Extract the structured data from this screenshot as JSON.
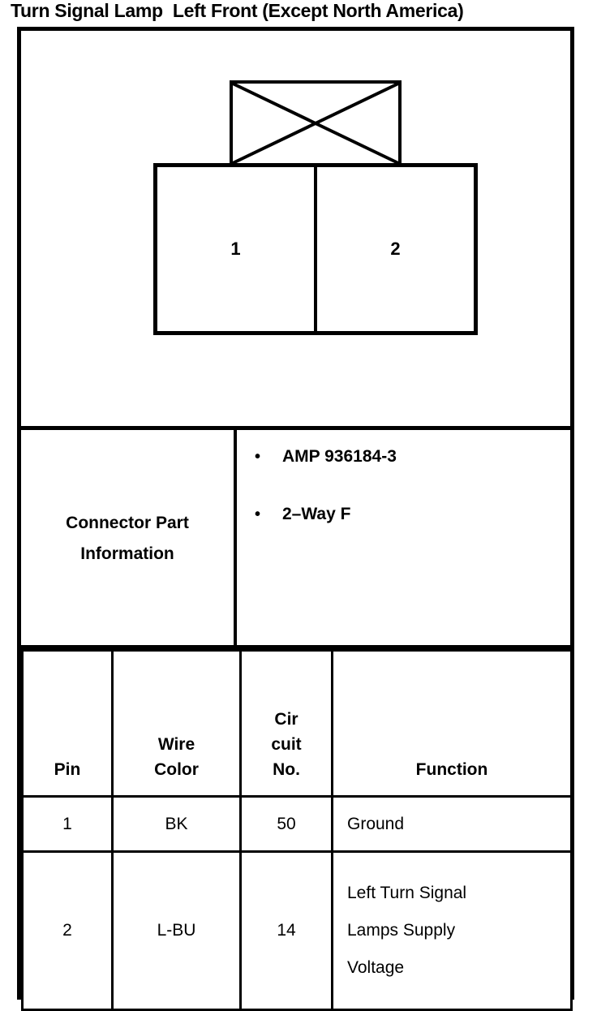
{
  "title": "Turn Signal Lamp  Left Front (Except North America)",
  "connector_diagram": {
    "latch_tab_name": "latch-tab-crosshatched",
    "cavities": [
      {
        "label": "1"
      },
      {
        "label": "2"
      }
    ]
  },
  "connector_part_information": {
    "label": "Connector Part\nInformation",
    "bullet_glyph": "•",
    "items": [
      "AMP 936184-3",
      "2–Way F"
    ]
  },
  "pin_table": {
    "headers": [
      "Pin",
      "Wire\nColor",
      "Cir\ncuit\nNo.",
      "Function"
    ],
    "rows": [
      {
        "pin": "1",
        "wire_color": "BK",
        "circuit_no": "50",
        "function": "Ground"
      },
      {
        "pin": "2",
        "wire_color": "L-BU",
        "circuit_no": "14",
        "function": "Left Turn Signal\nLamps Supply\nVoltage"
      }
    ]
  },
  "colors": {
    "ink": "#000000",
    "paper": "#ffffff"
  }
}
